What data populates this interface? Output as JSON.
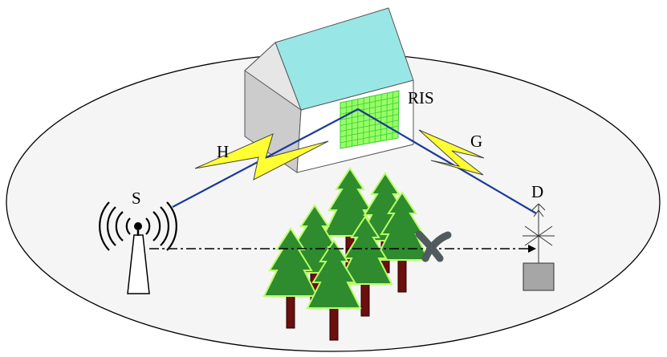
{
  "labels": {
    "source": "S",
    "destination": "D",
    "ris": "RIS",
    "channel_source_ris": "H",
    "channel_ris_destination": "G"
  },
  "colors": {
    "roof": "#99e6e6",
    "wall_front": "#ffffff",
    "wall_side": "#cccccc",
    "ris_panel": "#99ff66",
    "ris_grid": "#33cc33",
    "lightning": "#ffff33",
    "beam": "#1a3a99",
    "tree_foliage": "#2e8b2e",
    "tree_outline": "#b8ff66",
    "tree_trunk": "#6b0f0f",
    "blocked_mark": "#505a5f",
    "receiver_box": "#a6a6a6"
  },
  "icons": {
    "source": "radio-tower-icon",
    "destination": "antenna-icon",
    "blocked": "blocked-x-icon",
    "building": "house-icon"
  }
}
